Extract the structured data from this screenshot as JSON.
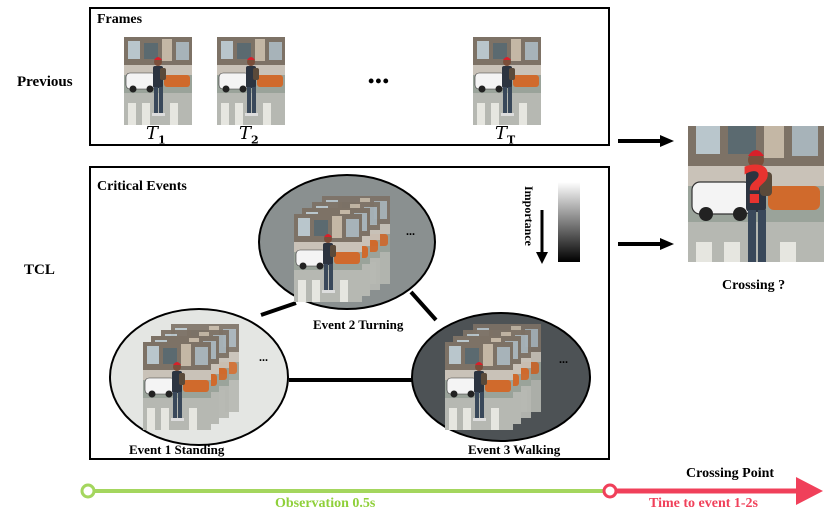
{
  "rows": {
    "previous": "Previous",
    "tcl": "TCL"
  },
  "frames_panel": {
    "title": "Frames",
    "labels": [
      {
        "base": "T",
        "sub": "1"
      },
      {
        "base": "T",
        "sub": "2"
      },
      {
        "base": "T",
        "sub": "T"
      }
    ],
    "ellipsis": "•••"
  },
  "events_panel": {
    "title": "Critical Events",
    "importance_label": "Importance",
    "stack_dots": "...",
    "events": [
      {
        "label": "Event 1  Standing",
        "fill": "#e4e6e3"
      },
      {
        "label": "Event 2 Turning",
        "fill": "#8a9090"
      },
      {
        "label": "Event 3 Walking",
        "fill": "#4d5255"
      }
    ]
  },
  "prediction": {
    "label": "Crossing ?",
    "question_mark": "?",
    "question_color": "#e8332f"
  },
  "timeline": {
    "observation_label": "Observation 0.5s",
    "observation_color": "#8fd03a",
    "crossing_point_label": "Crossing Point",
    "tte_label": "Time to event  1-2s",
    "tte_color": "#f0405a"
  }
}
